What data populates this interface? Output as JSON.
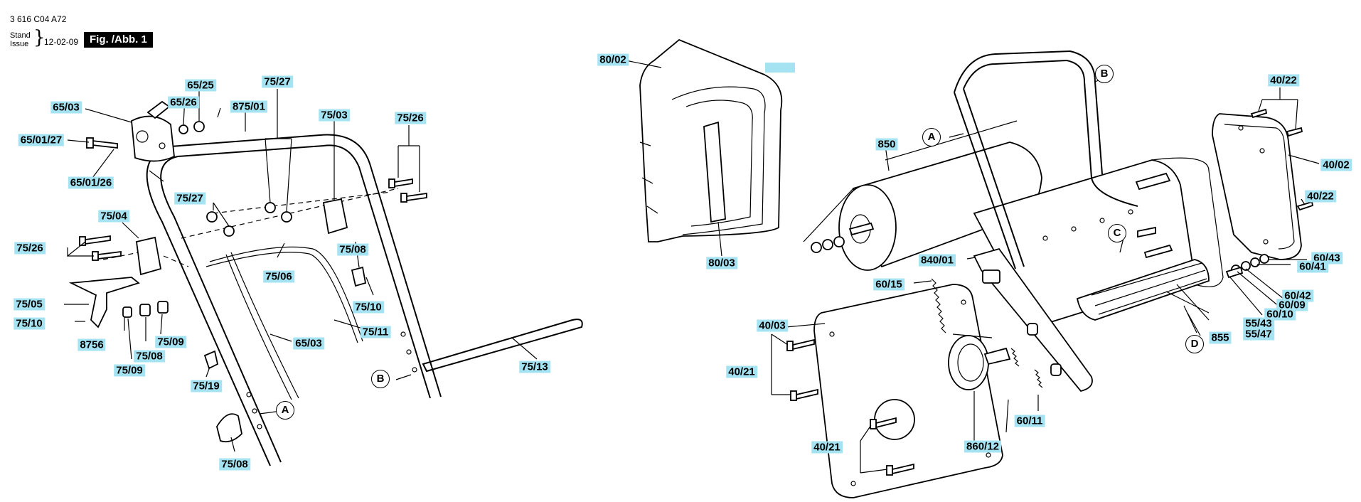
{
  "header": {
    "doc_id": "3 616 C04 A72",
    "stand": "Stand",
    "issue": "Issue",
    "brace": "}",
    "date": "12-02-09",
    "figure": "Fig. /Abb. 1"
  },
  "labels": {
    "l_65_03": "65/03",
    "l_65_25": "65/25",
    "l_65_26": "65/26",
    "l_65_01_27": "65/01/27",
    "l_65_01_26": "65/01/26",
    "l_75_27a": "75/27",
    "l_875_01": "875/01",
    "l_75_03": "75/03",
    "l_75_26a": "75/26",
    "l_75_27b": "75/27",
    "l_75_04": "75/04",
    "l_75_26b": "75/26",
    "l_75_08a": "75/08",
    "l_75_06": "75/06",
    "l_75_10a": "75/10",
    "l_75_05": "75/05",
    "l_75_10b": "75/10",
    "l_75_11": "75/11",
    "l_75_09a": "75/09",
    "l_8756": "8756",
    "l_75_08b": "75/08",
    "l_75_09b": "75/09",
    "l_65_03b": "65/03",
    "l_75_19": "75/19",
    "l_75_13": "75/13",
    "l_75_08c": "75/08",
    "l_80_02": "80/02",
    "l_blank": "",
    "l_80_03": "80/03",
    "l_850": "850",
    "l_40_22a": "40/22",
    "l_40_02": "40/02",
    "l_40_22b": "40/22",
    "l_840_01": "840/01",
    "l_60_43": "60/43",
    "l_60_41": "60/41",
    "l_60_15": "60/15",
    "l_60_42": "60/42",
    "l_60_09": "60/09",
    "l_60_10": "60/10",
    "l_40_03": "40/03",
    "l_55_43": "55/43",
    "l_55_47": "55/47",
    "l_855": "855",
    "l_40_21a": "40/21",
    "l_60_11": "60/11",
    "l_860_12": "860/12",
    "l_40_21b": "40/21"
  },
  "callouts": {
    "A": "A",
    "B": "B",
    "C": "C",
    "D": "D"
  },
  "colors": {
    "label_highlight": "#a6e3f2",
    "line": "#000000",
    "figure_badge": "#000000"
  }
}
